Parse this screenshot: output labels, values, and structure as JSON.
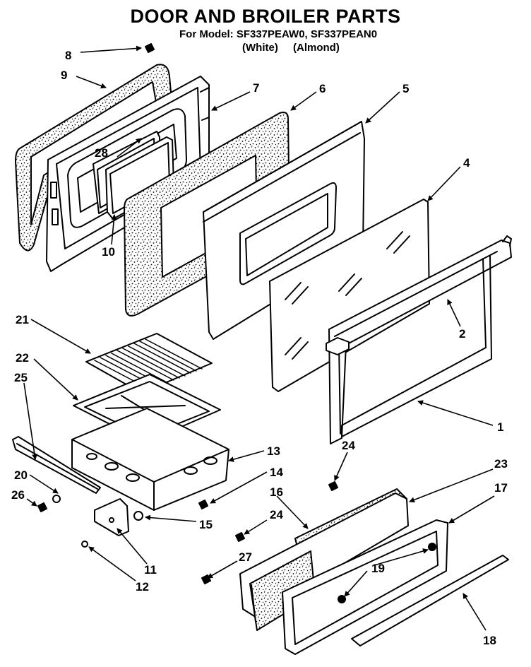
{
  "title": "DOOR AND BROILER PARTS",
  "model_line": "For Model: SF337PEAW0, SF337PEAN0",
  "color_white": "(White)",
  "color_almond": "(Almond)",
  "callouts": {
    "c1": "1",
    "c2": "2",
    "c4": "4",
    "c5": "5",
    "c6": "6",
    "c7": "7",
    "c8": "8",
    "c9": "9",
    "c10": "10",
    "c11": "11",
    "c12": "12",
    "c13": "13",
    "c14": "14",
    "c15": "15",
    "c16": "16",
    "c17": "17",
    "c18": "18",
    "c19": "19",
    "c20": "20",
    "c21": "21",
    "c22": "22",
    "c23": "23",
    "c24a": "24",
    "c24b": "24",
    "c25": "25",
    "c26": "26",
    "c27": "27",
    "c28": "28"
  }
}
